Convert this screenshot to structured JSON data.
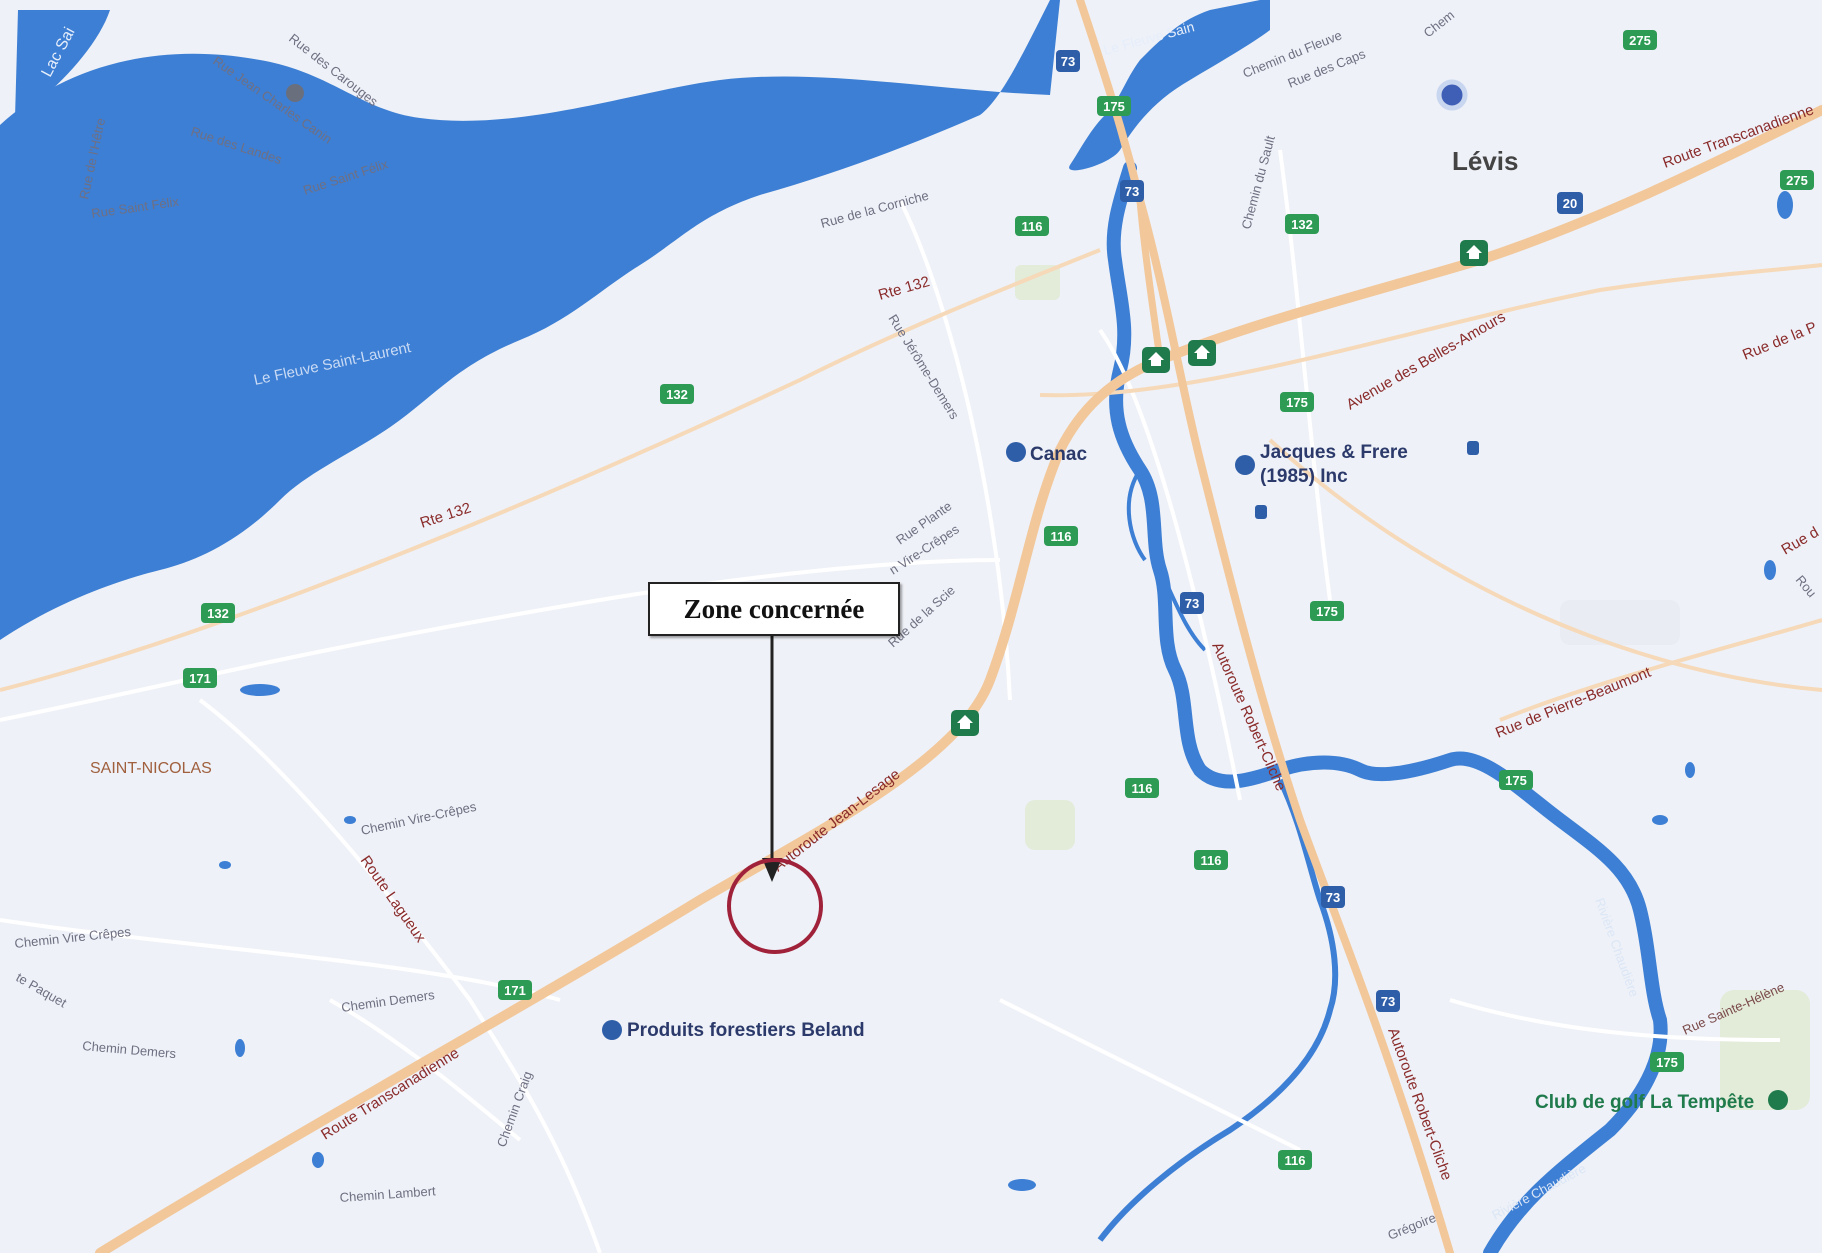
{
  "callout": {
    "label": "Zone concernée"
  },
  "water": [
    {
      "id": "lac",
      "label": "Lac Sai"
    },
    {
      "id": "fleuve-1",
      "label": "Le Fleuve Saint-Laurent"
    },
    {
      "id": "fleuve-2",
      "label": "Le Fleuve Sain"
    },
    {
      "id": "riviere-1",
      "label": "Rivière Chaudière"
    },
    {
      "id": "riviere-2",
      "label": "Rivière Chaudière"
    }
  ],
  "places": [
    {
      "id": "levis",
      "label": "Lévis"
    },
    {
      "id": "saint-nicolas",
      "label": "SAINT-NICOLAS"
    }
  ],
  "pois": [
    {
      "id": "canac",
      "label": "Canac"
    },
    {
      "id": "jacques-1",
      "label": "Jacques & Frere"
    },
    {
      "id": "jacques-2",
      "label": "(1985) Inc"
    },
    {
      "id": "beland",
      "label": "Produits forestiers Beland"
    },
    {
      "id": "golf",
      "label": "Club de golf La Tempête"
    }
  ],
  "roads": [
    {
      "id": "trans-cad-ne",
      "label": "Route Transcanadienne"
    },
    {
      "id": "trans-cad-sw",
      "label": "Route Transcanadienne"
    },
    {
      "id": "jean-lesage",
      "label": "Autoroute Jean-Lesage"
    },
    {
      "id": "robert-cliche-1",
      "label": "Autoroute Robert-Cliche"
    },
    {
      "id": "robert-cliche-2",
      "label": "Autoroute Robert-Cliche"
    },
    {
      "id": "belles-amours",
      "label": "Avenue des Belles-Amours"
    },
    {
      "id": "pierre-beaumont",
      "label": "Rue de Pierre-Beaumont"
    },
    {
      "id": "rte132-1",
      "label": "Rte 132"
    },
    {
      "id": "rte132-2",
      "label": "Rte 132"
    },
    {
      "id": "route-lagueux",
      "label": "Route Lagueux"
    },
    {
      "id": "rue-de-la-p",
      "label": "Rue de la P"
    },
    {
      "id": "rue-d",
      "label": "Rue d"
    },
    {
      "id": "rue-sainte-helene",
      "label": "Rue Sainte-Hélène"
    }
  ],
  "streets": [
    {
      "id": "st-hetre",
      "label": "Rue de l'Hêtre"
    },
    {
      "id": "st-felix",
      "label": "Rue Saint Félix"
    },
    {
      "id": "st-felix-2",
      "label": "Rue Saint Félix"
    },
    {
      "id": "st-landes",
      "label": "Rue des Landes"
    },
    {
      "id": "st-canin",
      "label": "Rue Jean Charles Canin"
    },
    {
      "id": "st-carouges",
      "label": "Rue des Carouges"
    },
    {
      "id": "st-corniche",
      "label": "Rue de la Corniche"
    },
    {
      "id": "st-fleuve",
      "label": "Chemin du Fleuve"
    },
    {
      "id": "st-caps",
      "label": "Rue des Caps"
    },
    {
      "id": "st-sault",
      "label": "Chemin du Sault"
    },
    {
      "id": "st-chem",
      "label": "Chem"
    },
    {
      "id": "st-jerome",
      "label": "Rue Jérôme-Demers"
    },
    {
      "id": "st-plante",
      "label": "Rue Plante"
    },
    {
      "id": "st-vire-1",
      "label": "n Vire-Crêpes"
    },
    {
      "id": "st-scie",
      "label": "Rue de la Scie"
    },
    {
      "id": "st-vire-2",
      "label": "Chemin Vire-Crêpes"
    },
    {
      "id": "st-vire-3",
      "label": "Chemin Vire Crêpes"
    },
    {
      "id": "st-paquet",
      "label": "te Paquet"
    },
    {
      "id": "st-demers-1",
      "label": "Chemin Demers"
    },
    {
      "id": "st-demers-2",
      "label": "Chemin Demers"
    },
    {
      "id": "st-craig",
      "label": "Chemin Craig"
    },
    {
      "id": "st-lambert",
      "label": "Chemin Lambert"
    },
    {
      "id": "st-gregoire",
      "label": "Grégoire"
    },
    {
      "id": "st-rou",
      "label": "Rou"
    }
  ],
  "shields": [
    {
      "id": "s73-1",
      "label": "73"
    },
    {
      "id": "s175-1",
      "label": "175"
    },
    {
      "id": "s73-2",
      "label": "73"
    },
    {
      "id": "s116-1",
      "label": "116"
    },
    {
      "id": "s132-1",
      "label": "132"
    },
    {
      "id": "s132-2",
      "label": "132"
    },
    {
      "id": "s132-3",
      "label": "132"
    },
    {
      "id": "s171-1",
      "label": "171"
    },
    {
      "id": "s171-2",
      "label": "171"
    },
    {
      "id": "s275-1",
      "label": "275"
    },
    {
      "id": "s275-2",
      "label": "275"
    },
    {
      "id": "s20",
      "label": "20"
    },
    {
      "id": "s175-2",
      "label": "175"
    },
    {
      "id": "s175-3",
      "label": "175"
    },
    {
      "id": "s175-4",
      "label": "175"
    },
    {
      "id": "s175-5",
      "label": "175"
    },
    {
      "id": "s116-2",
      "label": "116"
    },
    {
      "id": "s116-3",
      "label": "116"
    },
    {
      "id": "s116-4",
      "label": "116"
    },
    {
      "id": "s116-5",
      "label": "116"
    },
    {
      "id": "s73-3",
      "label": "73"
    },
    {
      "id": "s73-4",
      "label": "73"
    },
    {
      "id": "s73-5",
      "label": "73"
    }
  ],
  "colors": {
    "land": "#eef1f7",
    "water": "#3d7fd4",
    "highway": "#f2c79a",
    "shield_green": "#2e9b55",
    "shield_blue": "#2f5ea8",
    "poi_green": "#1f7a4c",
    "road_label": "#8a2b2b",
    "zone_circle": "#a0223a"
  }
}
